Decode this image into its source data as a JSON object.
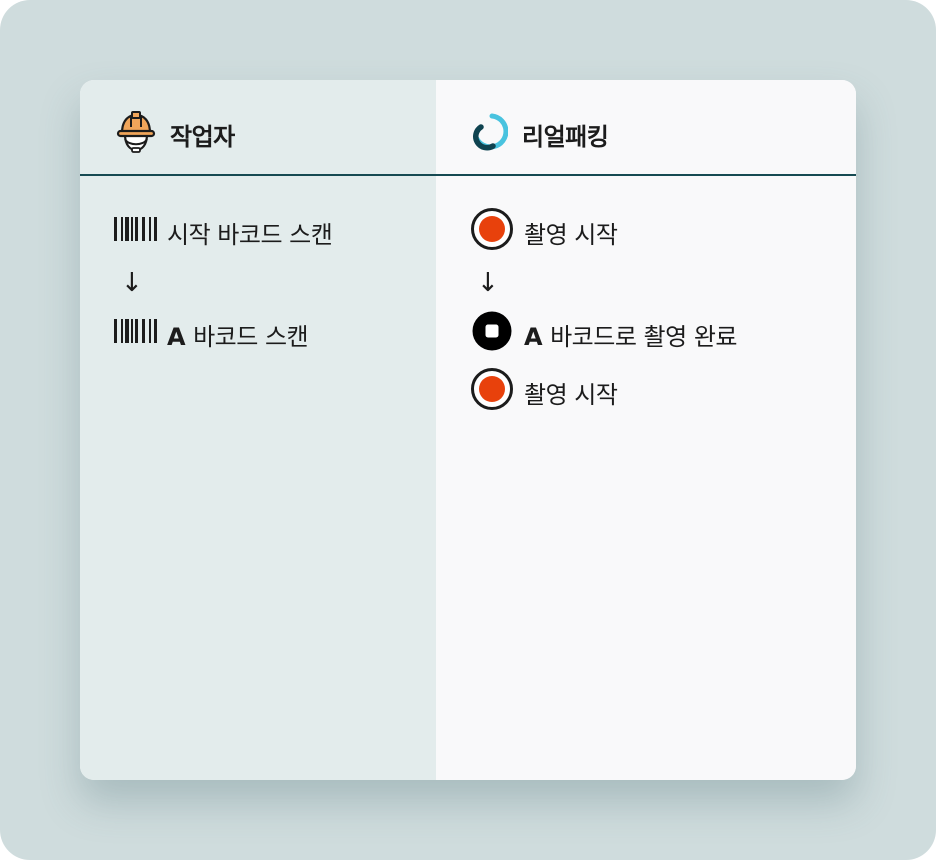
{
  "worker": {
    "title": "작업자",
    "icon": "hard-hat-worker-icon",
    "steps": [
      {
        "kind": "action",
        "icon": "barcode-icon",
        "tag": "",
        "label": "시작 바코드 스캔"
      },
      {
        "kind": "arrow",
        "symbol": "↓"
      },
      {
        "kind": "action",
        "icon": "barcode-icon",
        "tag": "A",
        "label": "바코드 스캔"
      }
    ]
  },
  "realpacking": {
    "title": "리얼패킹",
    "icon": "realpacking-logo-icon",
    "steps": [
      {
        "kind": "action",
        "icon": "record-icon",
        "tag": "",
        "label": "촬영 시작"
      },
      {
        "kind": "arrow",
        "symbol": "↓"
      },
      {
        "kind": "action",
        "icon": "stop-icon",
        "tag": "A",
        "label": "바코드로 촬영 완료"
      },
      {
        "kind": "action",
        "icon": "record-icon",
        "tag": "",
        "label": "촬영 시작"
      }
    ]
  },
  "colors": {
    "background": "#cfdcdd",
    "worker_column": "#e3ecec",
    "realpacking_column": "#f9f9fa",
    "divider": "#164a52",
    "record_red": "#e8410c",
    "helmet_orange": "#f0a55a",
    "logo_cyan": "#49c3df",
    "logo_dark": "#0f4350"
  }
}
